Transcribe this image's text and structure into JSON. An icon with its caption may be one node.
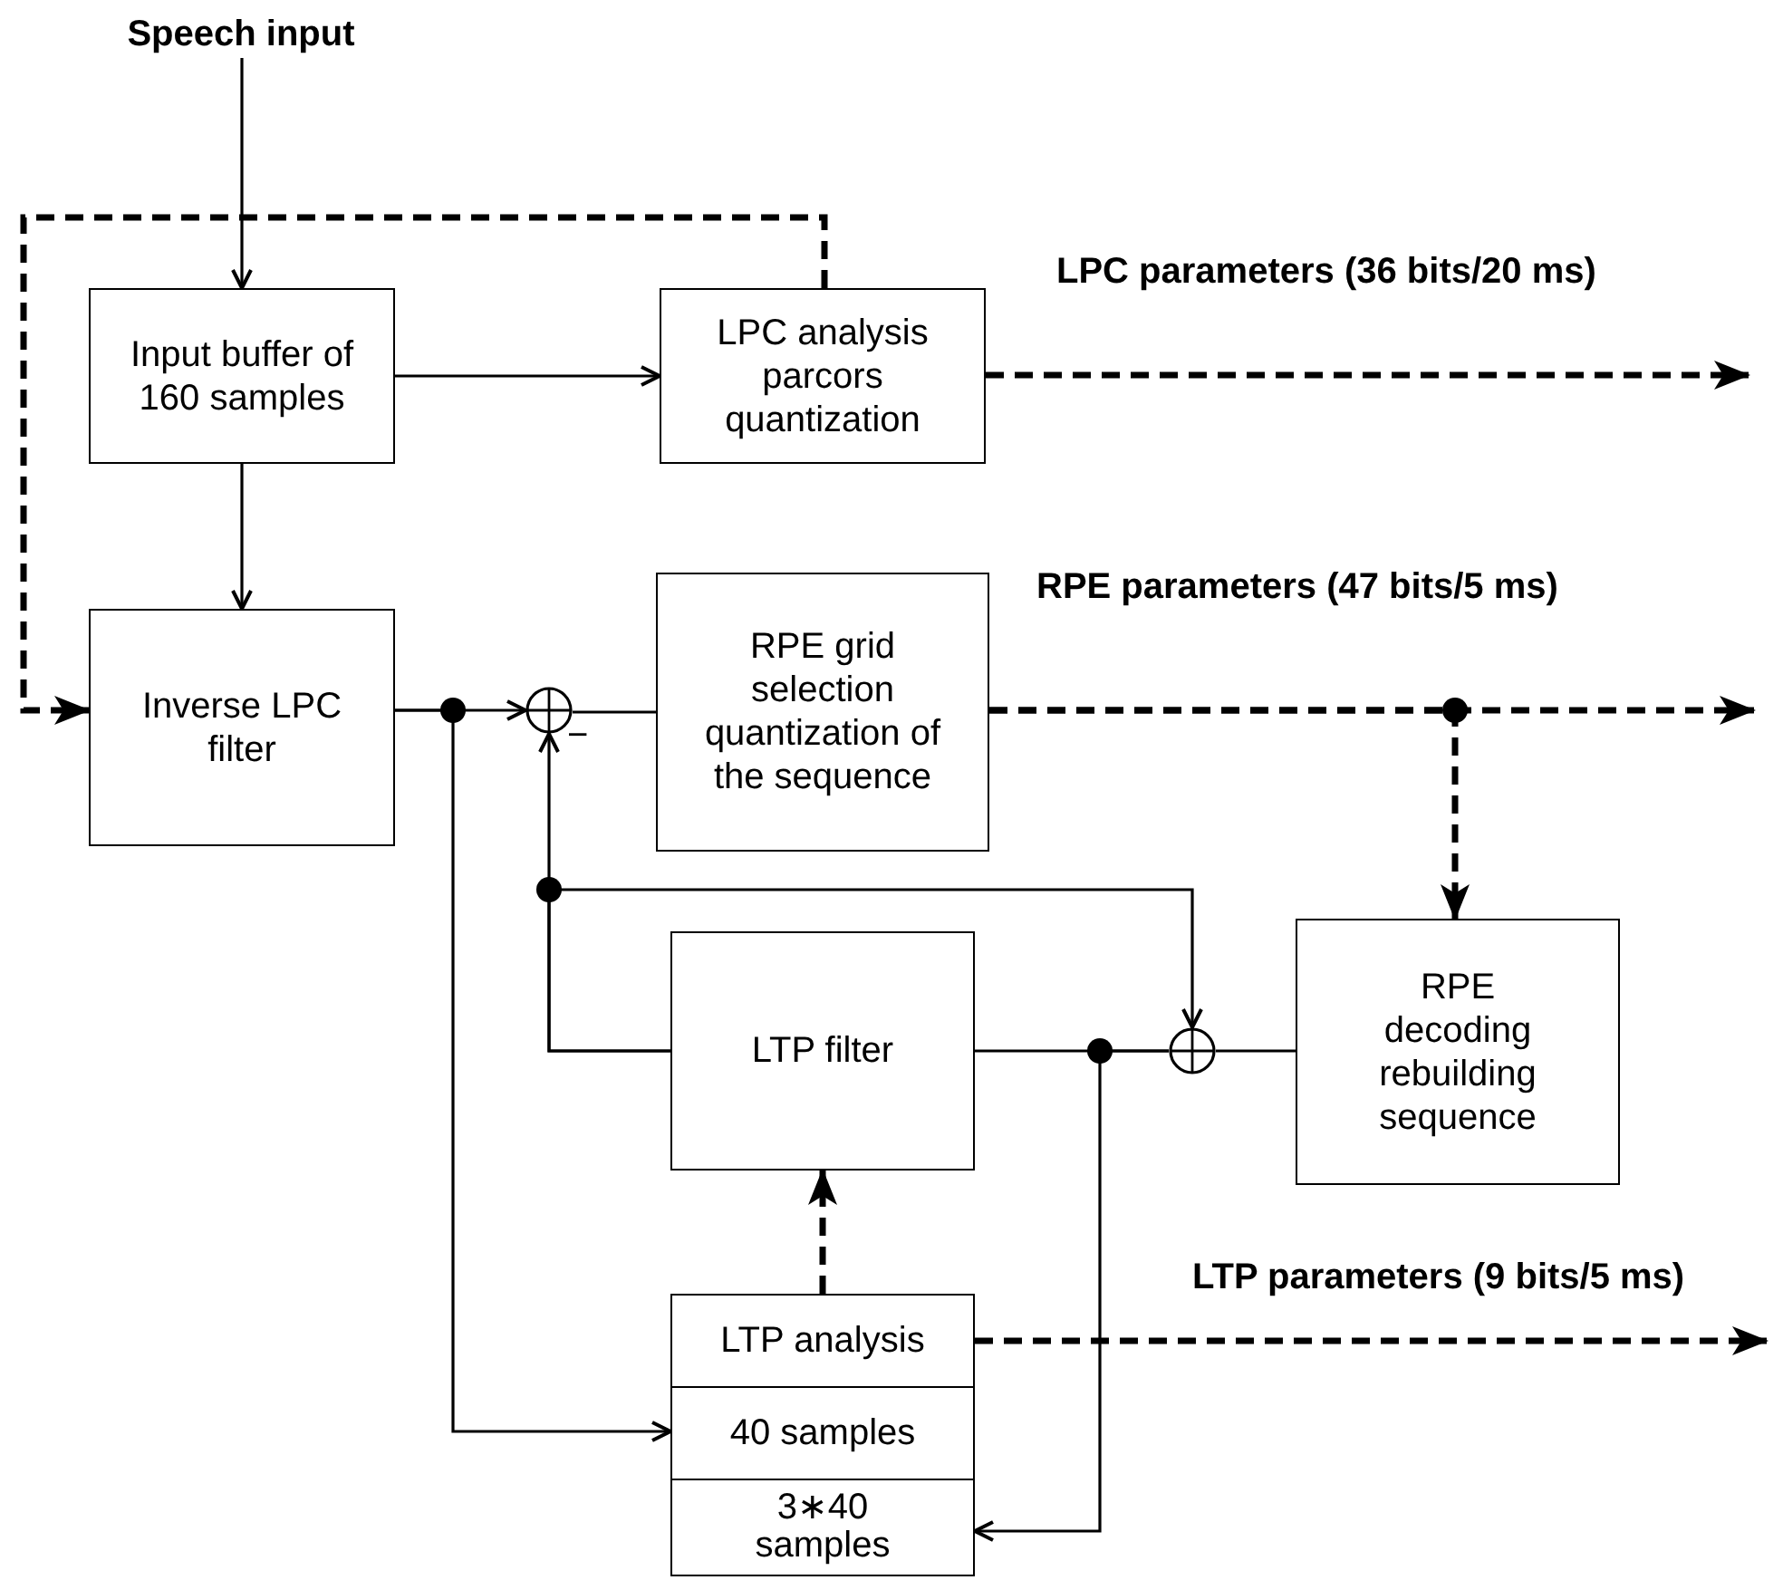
{
  "diagram": {
    "nodes": [
      {
        "text": [
          "Speech input"
        ]
      },
      {
        "text": [
          "Input buffer of 160 samples"
        ]
      },
      {
        "text": [
          "LPC analysis parcors quantization"
        ]
      },
      {
        "text": [
          "Inverse LPC filter"
        ]
      },
      {
        "text": [],
        "shape": "circle"
      },
      {
        "text": [
          "RPE grid selection quantization of the sequence"
        ]
      },
      {
        "text": [
          "LTP filter"
        ]
      },
      {
        "text": [],
        "shape": "circle"
      },
      {
        "text": [
          "RPE decoding rebuilding sequence"
        ]
      },
      {
        "text": [
          "LTP analysis"
        ]
      },
      {
        "text": [
          "40 samples"
        ]
      },
      {
        "text": [
          "3∗40 samples"
        ]
      }
    ],
    "edges": [
      {
        "from": 0,
        "to": 1,
        "arrow": "to"
      },
      {
        "from": 1,
        "to": 2,
        "arrow": "to"
      },
      {
        "from": 2,
        "to": null,
        "arrow": "to",
        "style": "dashed",
        "label": "LPC parameters (36 bits/20 ms)"
      },
      {
        "from": 2,
        "to": 3,
        "arrow": "to",
        "style": "dashed"
      },
      {
        "from": 1,
        "to": 3,
        "arrow": "to"
      },
      {
        "from": 3,
        "to": 4,
        "arrow": "to"
      },
      {
        "from": 3,
        "to": 10,
        "arrow": "to"
      },
      {
        "from": 4,
        "to": 5,
        "arrow": "none"
      },
      {
        "from": 5,
        "to": null,
        "arrow": "to",
        "style": "dashed",
        "label": "RPE parameters (47 bits/5 ms)"
      },
      {
        "from": 5,
        "to": 8,
        "arrow": "to",
        "style": "dashed"
      },
      {
        "from": 8,
        "to": 7,
        "arrow": "none"
      },
      {
        "from": 6,
        "to": 4,
        "arrow": "to"
      },
      {
        "from": 6,
        "to": 7,
        "arrow": "to"
      },
      {
        "from": 7,
        "to": 6,
        "arrow": "none"
      },
      {
        "from": 7,
        "to": 11,
        "arrow": "to"
      },
      {
        "from": 9,
        "to": 6,
        "arrow": "to",
        "style": "dashed"
      },
      {
        "from": 9,
        "to": null,
        "arrow": "to",
        "style": "dashed",
        "label": "LTP parameters (9 bits/5 ms)"
      }
    ],
    "labels": [
      "−"
    ]
  }
}
